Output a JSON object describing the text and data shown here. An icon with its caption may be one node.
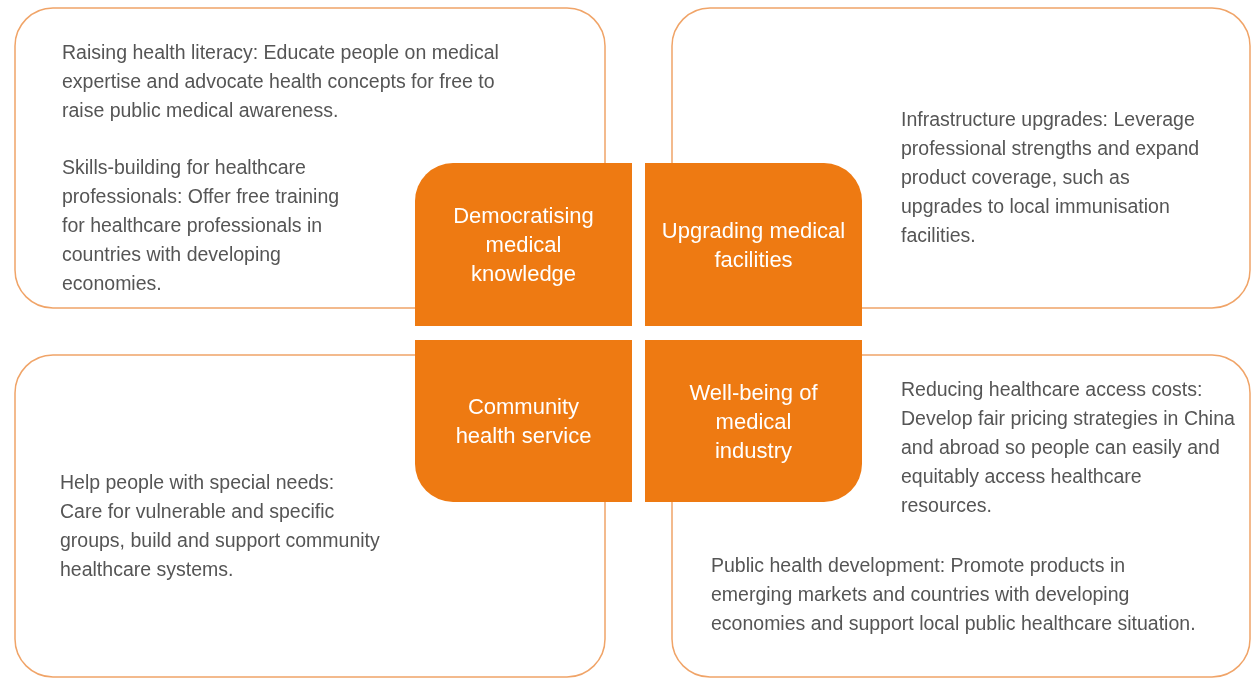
{
  "diagram": {
    "nodes": [
      {
        "text": [
          "Raising health literacy: Educate people on medical expertise and advocate health concepts for free to raise public medical awareness.",
          "Skills-building for healthcare professionals: Offer free training for healthcare professionals in countries with developing economies."
        ]
      },
      {
        "text": [
          "Infrastructure upgrades: Leverage professional strengths and expand product coverage, such as upgrades to local immunisation facilities."
        ]
      },
      {
        "text": [
          "Democratising medical knowledge"
        ]
      },
      {
        "text": [
          "Upgrading medical facilities"
        ]
      },
      {
        "text": [
          "Community health service"
        ]
      },
      {
        "text": [
          "Well-being of medical industry"
        ]
      },
      {
        "text": [
          "Help people with special needs: Care for vulnerable and specific groups, build and support community healthcare systems."
        ]
      },
      {
        "text": [
          "Reducing healthcare access costs: Develop fair pricing strategies in China and abroad so people can easily and equitably access healthcare resources.",
          "Public health development: Promote products in emerging markets and countries with developing economies and support local public healthcare situation."
        ]
      }
    ]
  }
}
